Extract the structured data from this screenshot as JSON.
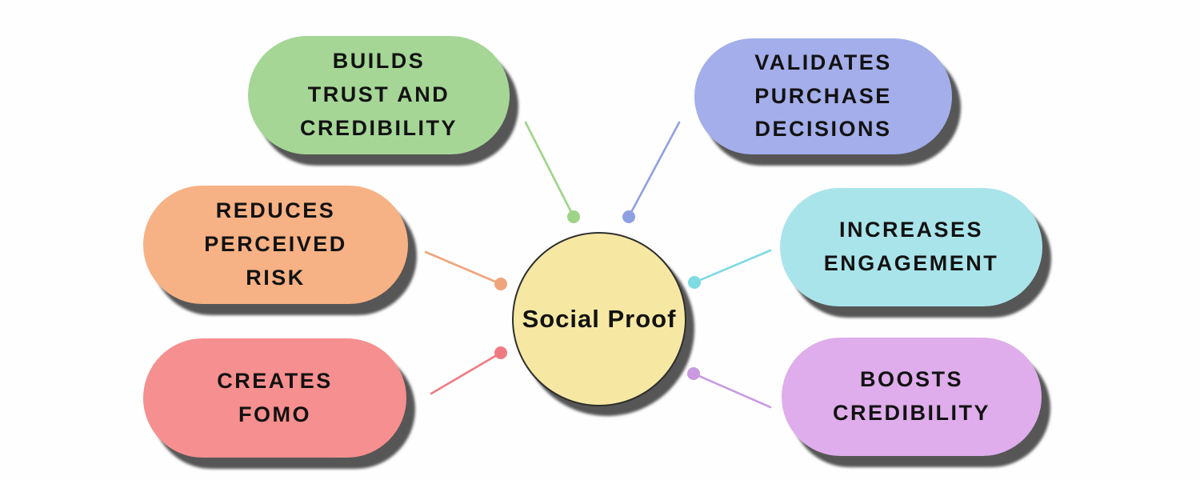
{
  "diagram": {
    "background_color": "#fefefe",
    "shadow_color": "#484848",
    "text_color": "#121212",
    "center": {
      "label": "Social Proof",
      "fill": "#f6e8a3",
      "border_color": "#2e2e2e"
    },
    "nodes": [
      {
        "id": "builds-trust",
        "label": "BUILDS\nTRUST AND\nCREDIBILITY",
        "fill": "#a5d696",
        "connector_color": "#9ed487"
      },
      {
        "id": "validates-purchase",
        "label": "VALIDATES\nPURCHASE\nDECISIONS",
        "fill": "#a4aeea",
        "connector_color": "#8fa0e2"
      },
      {
        "id": "reduces-risk",
        "label": "REDUCES\nPERCEIVED\nRISK",
        "fill": "#f6b184",
        "connector_color": "#f0a47c"
      },
      {
        "id": "increases-engagement",
        "label": "INCREASES\nENGAGEMENT",
        "fill": "#a9e4ea",
        "connector_color": "#7edbe2"
      },
      {
        "id": "creates-fomo",
        "label": "CREATES\nFOMO",
        "fill": "#f68f8f",
        "connector_color": "#f07a82"
      },
      {
        "id": "boosts-credibility",
        "label": "BOOSTS\nCREDIBILITY",
        "fill": "#dfadeb",
        "connector_color": "#c99ae0"
      }
    ]
  }
}
